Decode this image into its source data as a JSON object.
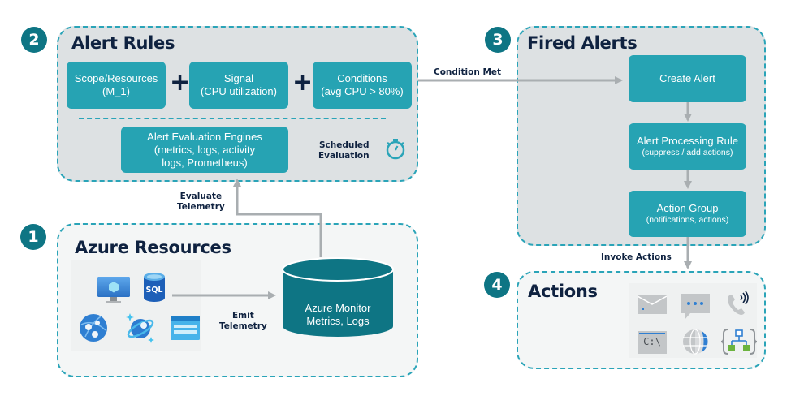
{
  "groups": {
    "alert_rules": {
      "step": "2",
      "title": "Alert Rules",
      "boxes": [
        {
          "line1": "Scope/Resources",
          "line2": "(M_1)"
        },
        {
          "line1": "Signal",
          "line2": "(CPU utilization)"
        },
        {
          "line1": "Conditions",
          "line2": "(avg CPU > 80%)"
        }
      ],
      "plus": "+",
      "engines": {
        "line1": "Alert Evaluation Engines",
        "line2": "(metrics, logs, activity",
        "line3": "logs, Prometheus)"
      },
      "scheduled": {
        "line1": "Scheduled",
        "line2": "Evaluation",
        "icon": "stopwatch-icon"
      }
    },
    "fired_alerts": {
      "step": "3",
      "title": "Fired Alerts",
      "boxes": [
        {
          "line1": "Create Alert",
          "line2": ""
        },
        {
          "line1": "Alert Processing Rule",
          "line2": "(suppress / add actions)"
        },
        {
          "line1": "Action Group",
          "line2": "(notifications, actions)"
        }
      ]
    },
    "azure_resources": {
      "step": "1",
      "title": "Azure Resources",
      "icons": [
        "virtual-machine-icon",
        "sql-database-icon",
        "app-service-icon",
        "cosmos-db-icon",
        "storage-icon"
      ],
      "store": {
        "line1": "Azure Monitor",
        "line2": "Metrics, Logs"
      }
    },
    "actions": {
      "step": "4",
      "title": "Actions",
      "icons": [
        "email-icon",
        "sms-icon",
        "voice-call-icon",
        "automation-runbook-icon",
        "webhook-icon",
        "logic-app-icon"
      ],
      "cmd_text": "C:\\"
    }
  },
  "edges": {
    "condition_met": "Condition Met",
    "evaluate": {
      "line1": "Evaluate",
      "line2": "Telemetry"
    },
    "emit": {
      "line1": "Emit",
      "line2": "Telemetry"
    },
    "invoke": "Invoke Actions"
  },
  "colors": {
    "teal_box": "#26a3b3",
    "dark_teal": "#0e7584",
    "dashed_border": "#2aa4b8",
    "title_navy": "#0f2240",
    "arrow_gray": "#a9aeb1"
  }
}
